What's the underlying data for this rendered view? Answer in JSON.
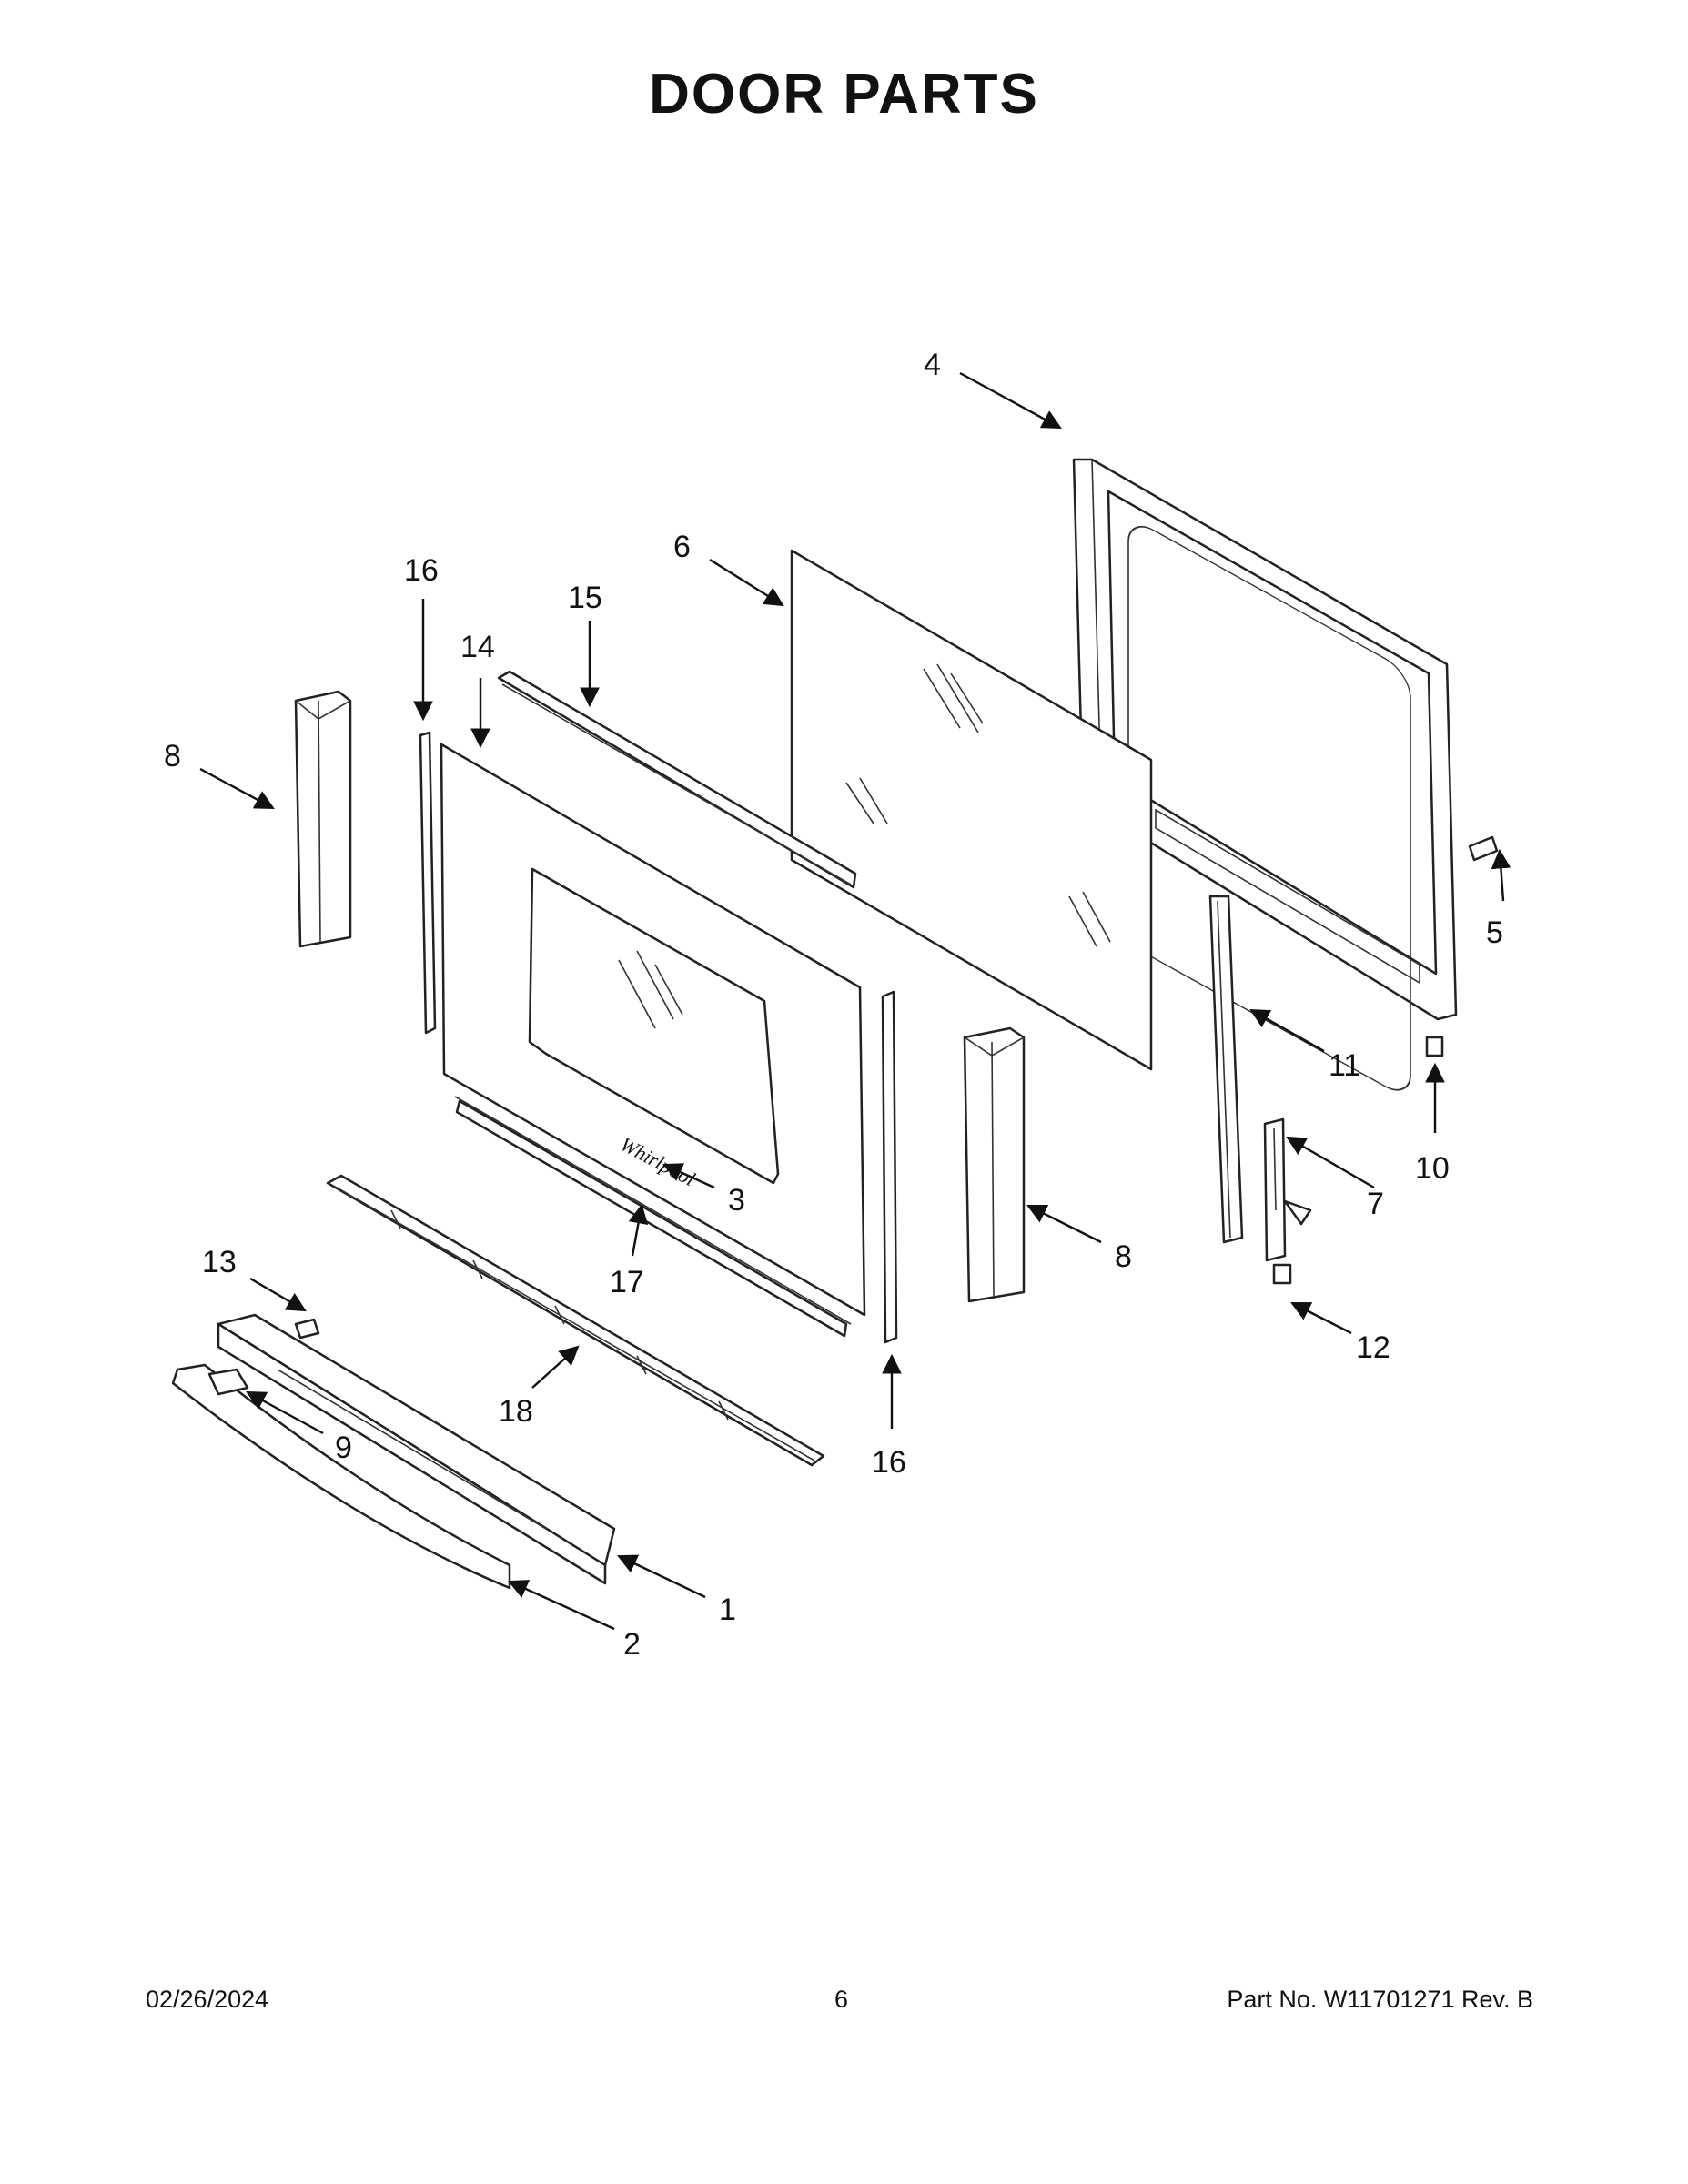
{
  "page": {
    "title": "DOOR PARTS"
  },
  "callouts": [
    "1",
    "2",
    "3",
    "4",
    "5",
    "6",
    "7",
    "8",
    "9",
    "10",
    "11",
    "12",
    "13",
    "14",
    "15",
    "16",
    "17",
    "18"
  ],
  "footer": {
    "date": "02/26/2024",
    "page_number": "6",
    "part_number": "Part No.  W11701271  Rev.  B"
  }
}
